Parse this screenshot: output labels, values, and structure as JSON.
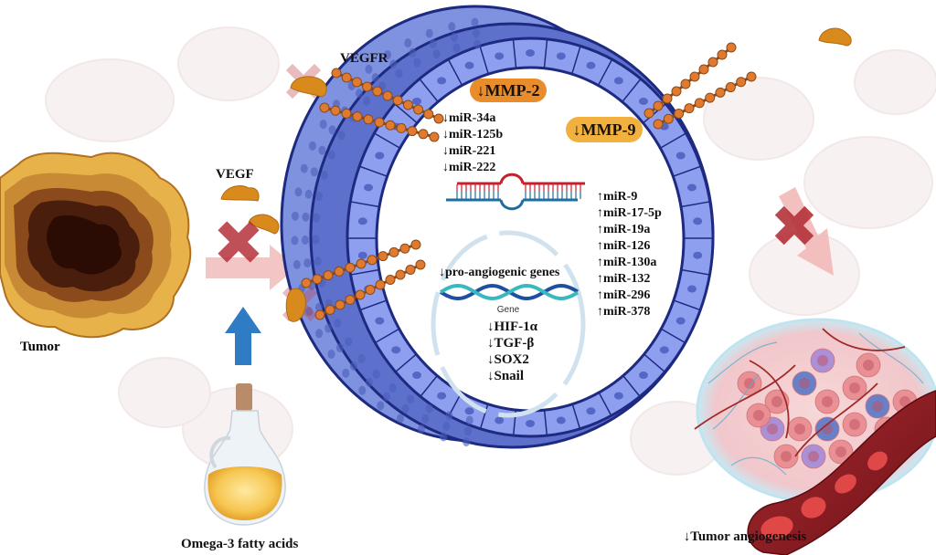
{
  "figure": {
    "title": "Omega-3 fatty acids inhibit tumor angiogenesis",
    "colors": {
      "cell_light": "#8fa0e8",
      "cell_dark": "#5a6cc8",
      "cell_outline": "#1d2a80",
      "vegf": "#d98a1c",
      "receptor": "#e07a30",
      "mmp2_pill": "#e88c2c",
      "mmp9_pill": "#f2b03e",
      "inhibit_x": "#b5323a",
      "arrow_pink": "#f2b8b8",
      "omega_arrow": "#2f7bc4",
      "vessel": "#8e1c22"
    }
  },
  "labels": {
    "tumor": "Tumor",
    "vegf": "VEGF",
    "vegfr": "VEGFR",
    "omega3": "Omega-3 fatty acids",
    "outcome": "↓Tumor angiogenesis",
    "mmp2": "↓MMP-2",
    "mmp9": "↓MMP-9",
    "pro_angiogenic": "↓pro-angiogenic genes",
    "gene": "Gene"
  },
  "mirna_down": [
    "↓miR-34a",
    "↓miR-125b",
    "↓miR-221",
    "↓miR-222"
  ],
  "mirna_up": [
    "↑miR-9",
    "↑miR-17-5p",
    "↑miR-19a",
    "↑miR-126",
    "↑miR-130a",
    "↑miR-132",
    "↑miR-296",
    "↑miR-378"
  ],
  "genes_down": [
    "↓HIF-1α",
    "↓TGF-β",
    "↓SOX2",
    "↓Snail"
  ],
  "icons": {
    "tumor": "tumor-mass-icon",
    "vegf": "vegf-protein-icon",
    "vegfr": "vegf-receptor-icon",
    "inhibit": "inhibition-x-icon",
    "oil": "oil-bottle-icon",
    "rna": "mirna-hairpin-icon",
    "dna": "dna-helix-icon",
    "vessel": "blood-vessel-icon"
  }
}
